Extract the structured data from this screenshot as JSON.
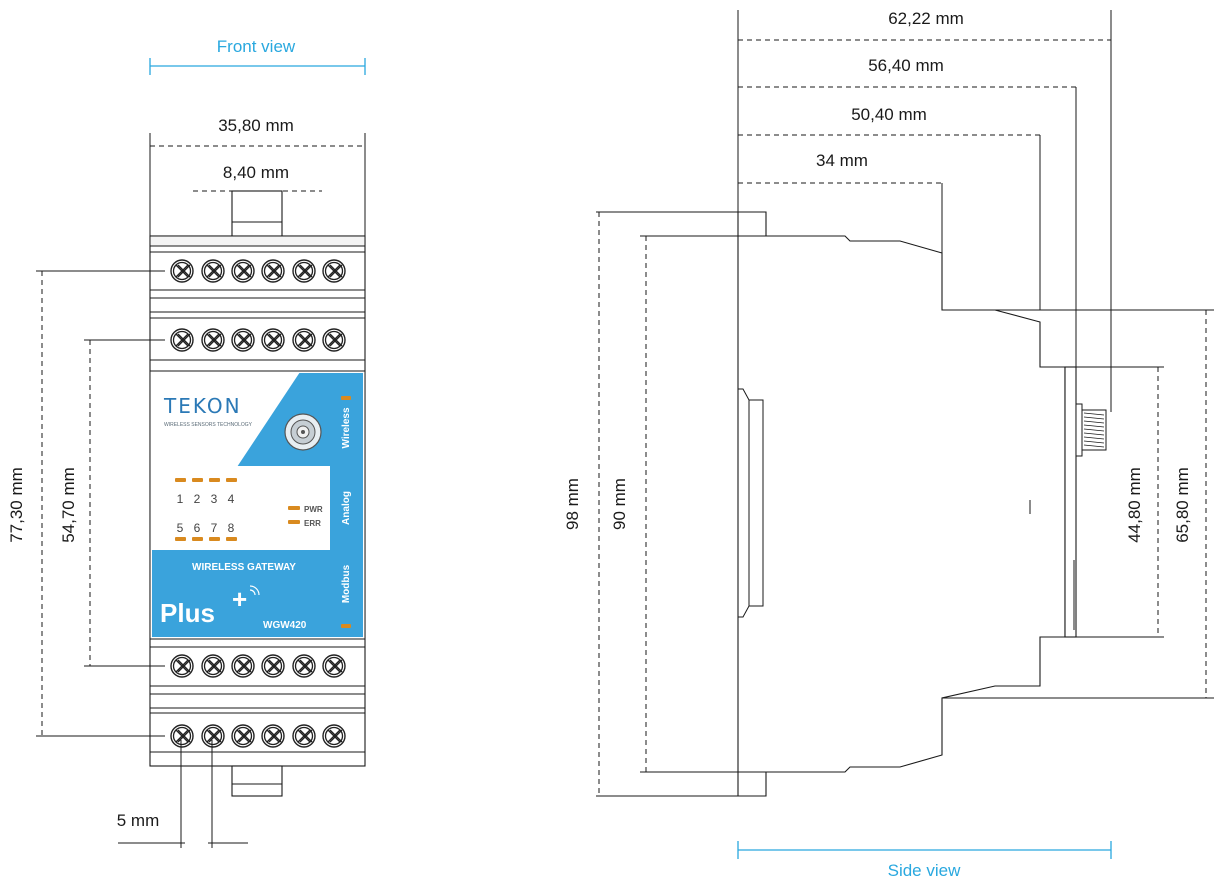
{
  "views": {
    "front": {
      "title": "Front view",
      "dims": {
        "width_total": "35,80 mm",
        "width_clip": "8,40 mm",
        "height_outer_terminals": "77,30 mm",
        "height_inner_terminals": "54,70 mm",
        "terminal_pitch": "5 mm"
      }
    },
    "side": {
      "title": "Side view",
      "dims": {
        "depth_antenna": "62,22 mm",
        "depth_connector": "56,40 mm",
        "depth_front": "50,40 mm",
        "depth_body": "34 mm",
        "height_total": "98 mm",
        "height_body": "90 mm",
        "height_front": "44,80 mm",
        "height_step": "65,80 mm"
      }
    }
  },
  "device": {
    "brand": "TEKON",
    "tagline": "WIRELESS SENSORS TECHNOLOGY",
    "side_labels": [
      "Wireless",
      "Analog",
      "Modbus"
    ],
    "analog_leds_top": [
      "1",
      "2",
      "3",
      "4"
    ],
    "analog_leds_bottom": [
      "5",
      "6",
      "7",
      "8"
    ],
    "status_leds": [
      "PWR",
      "ERR"
    ],
    "product_line": "WIRELESS  GATEWAY",
    "product_name": "Plus",
    "product_sup": "+",
    "model": "WGW420"
  },
  "colors": {
    "accent_title": "#29a8df",
    "panel_blue": "#3aa3dc",
    "led": "#d98a1f",
    "line": "#1a1a1a"
  }
}
